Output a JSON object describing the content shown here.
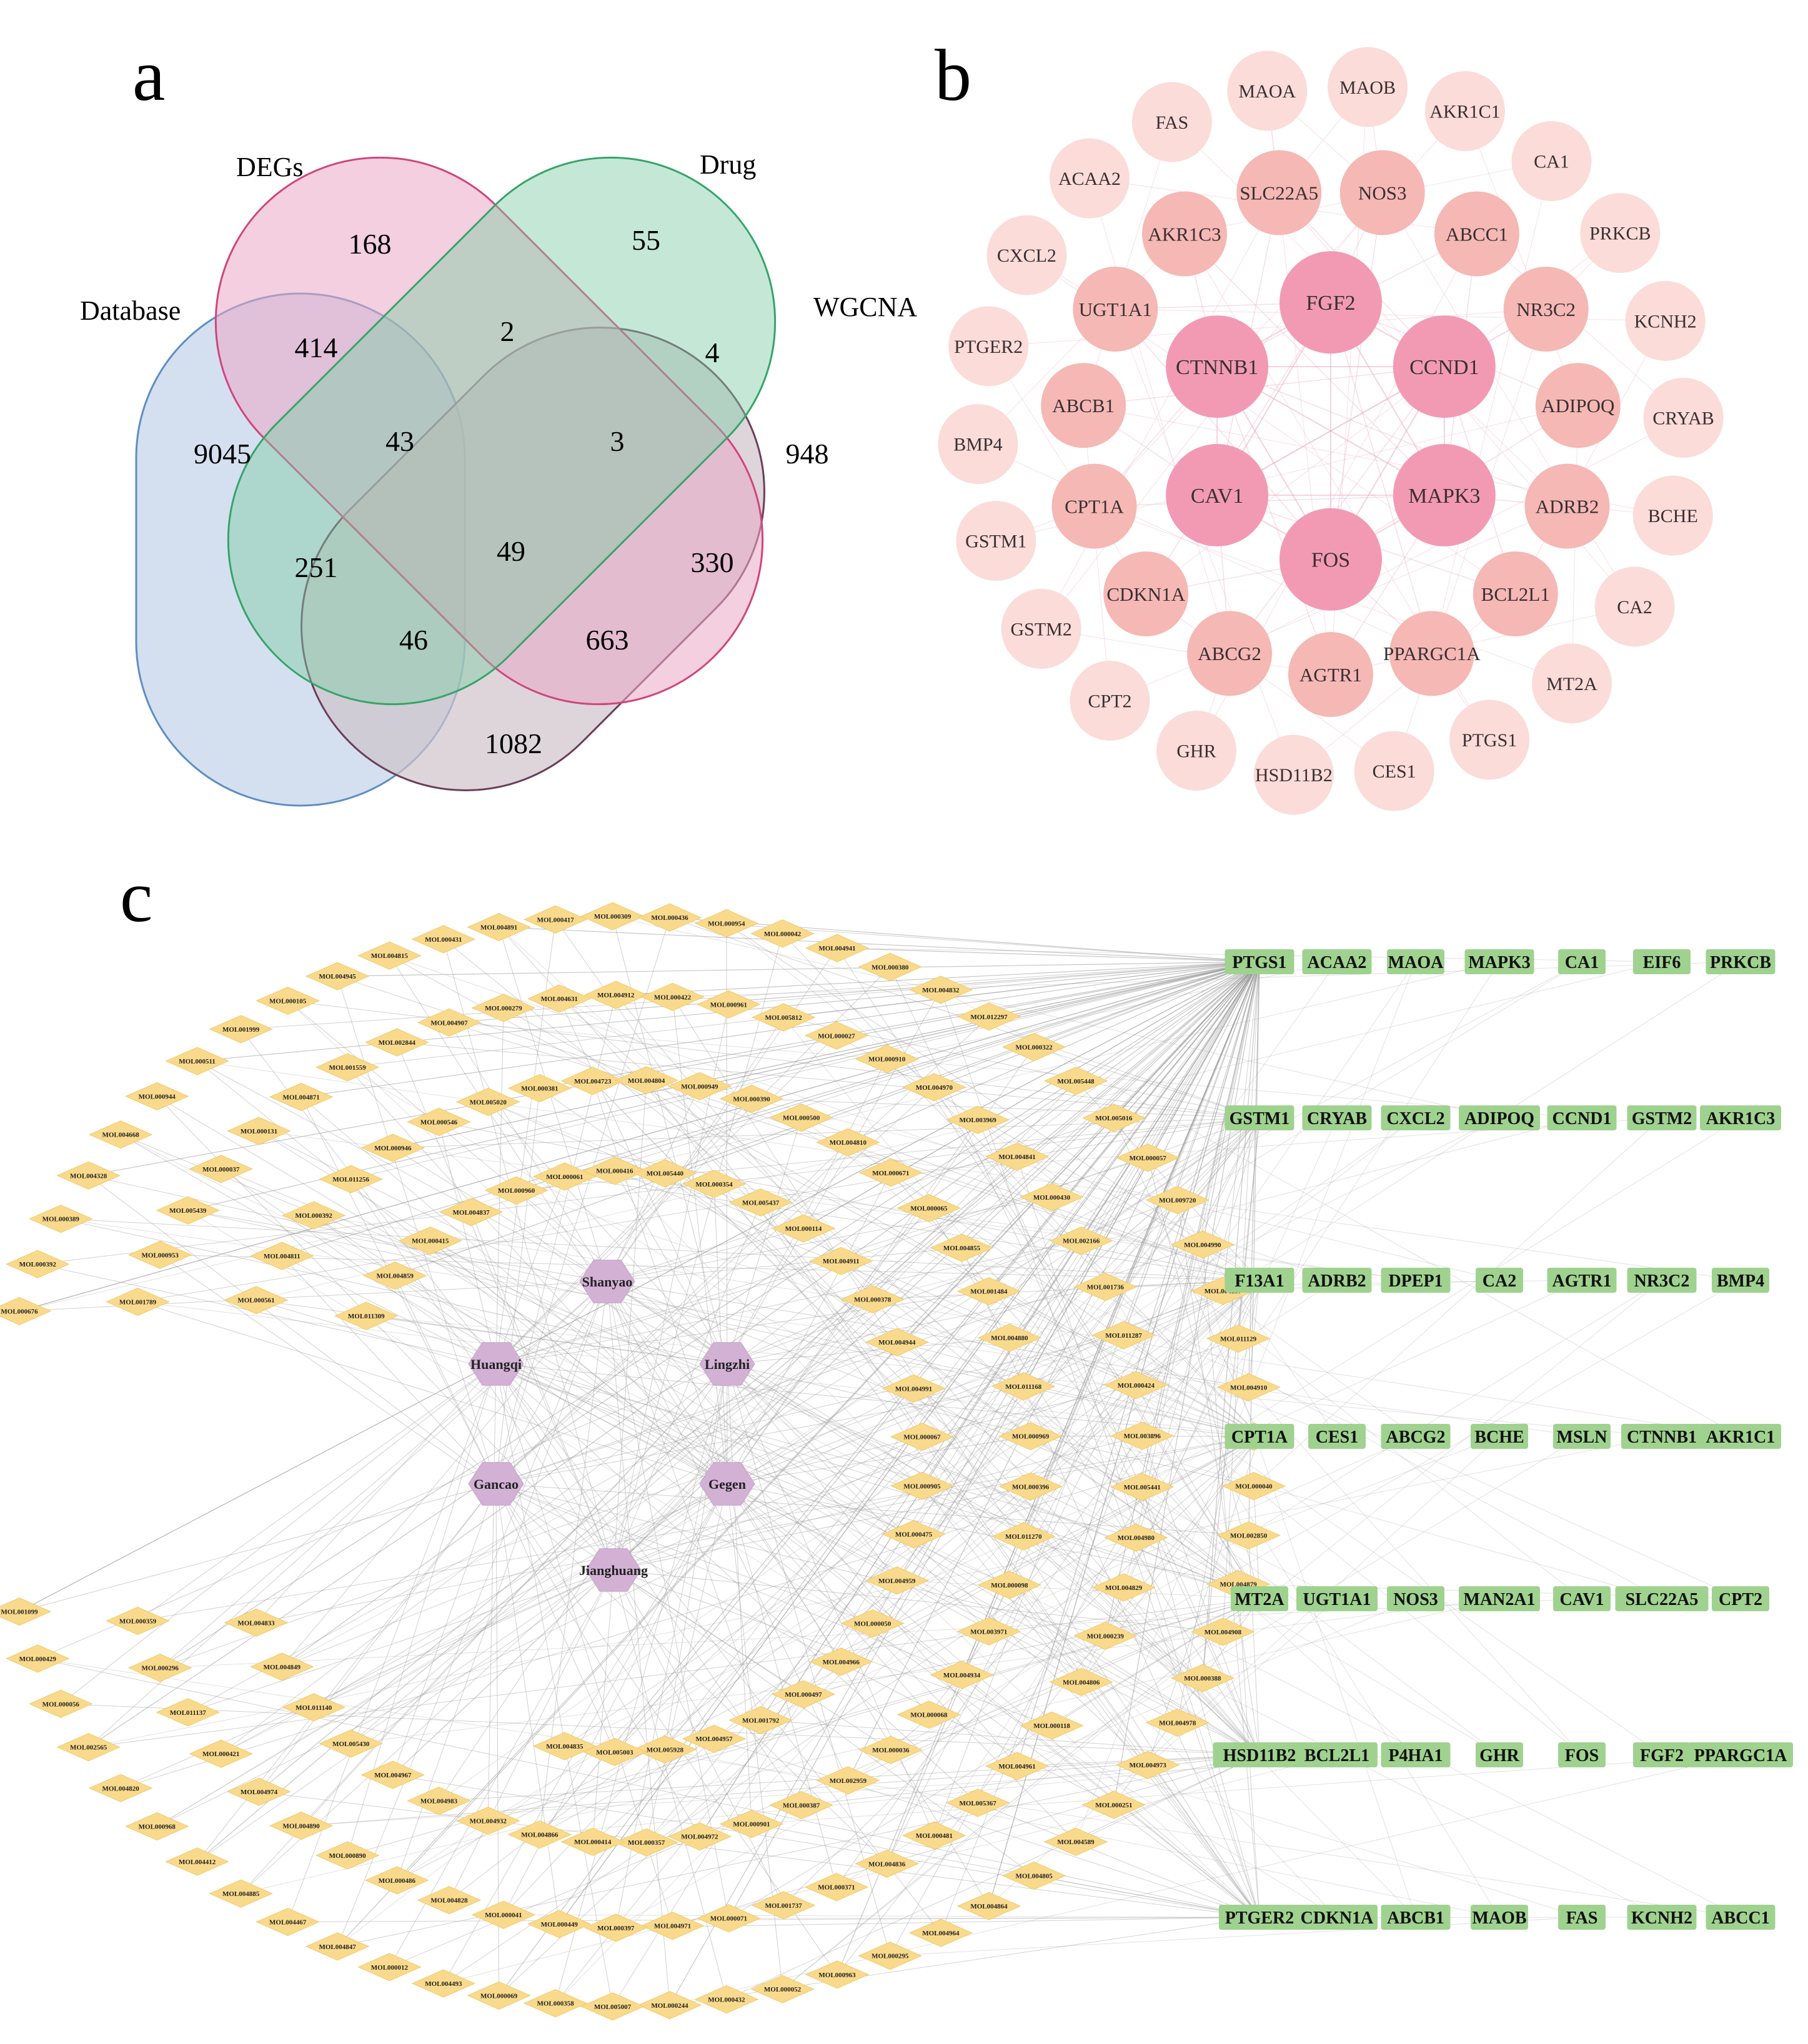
{
  "panels": {
    "a": {
      "label": "a",
      "sets": [
        {
          "name": "Database",
          "color": "#c5d6ea",
          "stroke": "#5e8ec2"
        },
        {
          "name": "DEGs",
          "color": "#ecb6cf",
          "stroke": "#d0457c"
        },
        {
          "name": "Drug",
          "color": "#a9dcc4",
          "stroke": "#36a46a"
        },
        {
          "name": "WGCNA",
          "color": "#d3c8cf",
          "stroke": "#6b3e5a"
        }
      ],
      "counts": {
        "database_only": "9045",
        "degs_only": "168",
        "drug_only": "55",
        "wgcna_only": "948",
        "database_degs": "414",
        "degs_drug": "2",
        "drug_wgcna": "4",
        "database_degs_drug": "43",
        "degs_drug_wgcna": "3",
        "database_drug": "251",
        "all_four": "49",
        "degs_wgcna": "330",
        "database_drug_wgcna": "46",
        "database_degs_wgcna": "663",
        "database_wgcna": "1082"
      }
    },
    "b": {
      "label": "b",
      "inner": [
        "FGF2",
        "CCND1",
        "MAPK3",
        "FOS",
        "CAV1",
        "CTNNB1"
      ],
      "middle": [
        "NOS3",
        "ABCC1",
        "NR3C2",
        "ADIPOQ",
        "ADRB2",
        "BCL2L1",
        "PPARGC1A",
        "AGTR1",
        "ABCG2",
        "CDKN1A",
        "CPT1A",
        "ABCB1",
        "UGT1A1",
        "AKR1C3",
        "SLC22A5"
      ],
      "outer": [
        "MAOB",
        "AKR1C1",
        "CA1",
        "PRKCB",
        "KCNH2",
        "CRYAB",
        "BCHE",
        "CA2",
        "MT2A",
        "PTGS1",
        "CES1",
        "HSD11B2",
        "GHR",
        "CPT2",
        "GSTM2",
        "GSTM1",
        "BMP4",
        "PTGER2",
        "CXCL2",
        "ACAA2",
        "FAS",
        "MAOA"
      ],
      "colors": {
        "inner": "#f29ab4",
        "middle": "#f5b8b4",
        "outer": "#fbdcd8"
      }
    },
    "c": {
      "label": "c",
      "herbs": [
        "Shanyao",
        "Huangqi",
        "Lingzhi",
        "Gancao",
        "Gegen",
        "Jianghuang"
      ],
      "target_rows": [
        [
          "PTGS1",
          "ACAA2",
          "MAOA",
          "MAPK3",
          "CA1",
          "EIF6",
          "PRKCB"
        ],
        [
          "GSTM1",
          "CRYAB",
          "CXCL2",
          "ADIPOQ",
          "CCND1",
          "GSTM2",
          "AKR1C3"
        ],
        [
          "F13A1",
          "ADRB2",
          "DPEP1",
          "CA2",
          "AGTR1",
          "NR3C2",
          "BMP4"
        ],
        [
          "CPT1A",
          "CES1",
          "ABCG2",
          "BCHE",
          "MSLN",
          "CTNNB1",
          "AKR1C1"
        ],
        [
          "MT2A",
          "UGT1A1",
          "NOS3",
          "MAN2A1",
          "CAV1",
          "SLC22A5",
          "CPT2"
        ],
        [
          "HSD11B2",
          "BCL2L1",
          "P4HA1",
          "GHR",
          "FOS",
          "FGF2",
          "PPARGC1A"
        ],
        [
          "PTGER2",
          "CDKN1A",
          "ABCB1",
          "MAOB",
          "FAS",
          "KCNH2",
          "ABCC1"
        ]
      ],
      "molecules": [
        "MOL000676",
        "MOL000392",
        "MOL000389",
        "MOL004328",
        "MOL004668",
        "MOL000944",
        "MOL000511",
        "MOL001999",
        "MOL000105",
        "MOL004945",
        "MOL004815",
        "MOL000431",
        "MOL004891",
        "MOL000417",
        "MOL000309",
        "MOL000436",
        "MOL000954",
        "MOL000042",
        "MOL004941",
        "MOL000380",
        "MOL004832",
        "MOL012297",
        "MOL000322",
        "MOL005448",
        "MOL005016",
        "MOL000057",
        "MOL009720",
        "MOL004990",
        "MOL004857",
        "MOL011129",
        "MOL004910",
        "MOL000900",
        "MOL000040",
        "MOL002850",
        "MOL004879",
        "MOL004908",
        "MOL000388",
        "MOL004978",
        "MOL004973",
        "MOL000251",
        "MOL004589",
        "MOL004805",
        "MOL004864",
        "MOL004964",
        "MOL000295",
        "MOL000963",
        "MOL000052",
        "MOL000432",
        "MOL000244",
        "MOL005007",
        "MOL000358",
        "MOL000069",
        "MOL004493",
        "MOL000012",
        "MOL004847",
        "MOL004467",
        "MOL004885",
        "MOL004412",
        "MOL000968",
        "MOL004820",
        "MOL002565",
        "MOL000056",
        "MOL000429",
        "MOL001099",
        "MOL001789",
        "MOL000953",
        "MOL005439",
        "MOL000037",
        "MOL000131",
        "MOL004871",
        "MOL001559",
        "MOL002844",
        "MOL004907",
        "MOL000279",
        "MOL004631",
        "MOL004912",
        "MOL000422",
        "MOL000961",
        "MOL005812",
        "MOL000027",
        "MOL000910",
        "MOL004970",
        "MOL003969",
        "MOL004841",
        "MOL000430",
        "MOL002166",
        "MOL001736",
        "MOL011287",
        "MOL000424",
        "MOL003896",
        "MOL005441",
        "MOL004980",
        "MOL004829",
        "MOL000239",
        "MOL004806",
        "MOL000118",
        "MOL004961",
        "MOL005367",
        "MOL000481",
        "MOL004836",
        "MOL000371",
        "MOL001737",
        "MOL000071",
        "MOL004971",
        "MOL000397",
        "MOL000449",
        "MOL000041",
        "MOL004828",
        "MOL000486",
        "MOL000890",
        "MOL004890",
        "MOL004974",
        "MOL000421",
        "MOL011137",
        "MOL000296",
        "MOL000359",
        "MOL000561",
        "MOL004811",
        "MOL000392",
        "MOL011256",
        "MOL000946",
        "MOL000546",
        "MOL005020",
        "MOL000381",
        "MOL004723",
        "MOL004804",
        "MOL000949",
        "MOL000390",
        "MOL000500",
        "MOL004810",
        "MOL000671",
        "MOL000065",
        "MOL004855",
        "MOL001484",
        "MOL004880",
        "MOL011168",
        "MOL000969",
        "MOL000396",
        "MOL011270",
        "MOL000098",
        "MOL003971",
        "MOL004934",
        "MOL000068",
        "MOL000036",
        "MOL002959",
        "MOL000387",
        "MOL000901",
        "MOL004972",
        "MOL000357",
        "MOL000414",
        "MOL004866",
        "MOL004932",
        "MOL004983",
        "MOL004967",
        "MOL005430",
        "MOL011140",
        "MOL004849",
        "MOL004833",
        "MOL011309",
        "MOL004859",
        "MOL000415",
        "MOL004837",
        "MOL000960",
        "MOL000061",
        "MOL000416",
        "MOL005440",
        "MOL000354",
        "MOL005437",
        "MOL000114",
        "MOL004911",
        "MOL000378",
        "MOL004944",
        "MOL004991",
        "MOL000067",
        "MOL000905",
        "MOL000475",
        "MOL004959",
        "MOL000050",
        "MOL004966",
        "MOL000497",
        "MOL001792",
        "MOL004957",
        "MOL005928",
        "MOL005003",
        "MOL004835"
      ]
    }
  }
}
